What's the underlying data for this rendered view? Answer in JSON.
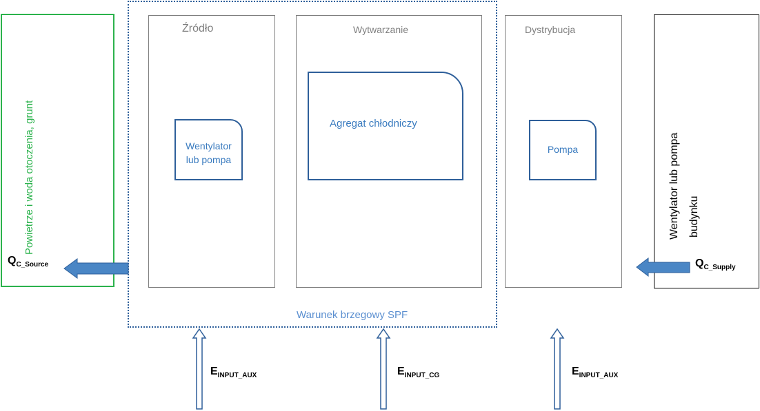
{
  "env_left": {
    "label": "Powietrze i woda otoczenia, grunt"
  },
  "env_right": {
    "label_line1": "Wentylator lub pompa",
    "label_line2": "budynku"
  },
  "boundary": {
    "label": "Warunek brzegowy SPF"
  },
  "sections": {
    "source": {
      "title": "Źródło",
      "component": {
        "line1": "Wentylator",
        "line2": "lub pompa"
      }
    },
    "generation": {
      "title": "Wytwarzanie",
      "component": {
        "label": "Agregat chłodniczy"
      }
    },
    "distribution": {
      "title": "Dystrybucja",
      "component": {
        "label": "Pompa"
      }
    }
  },
  "flows": {
    "q_source": {
      "main": "Q",
      "sub": "C_Source"
    },
    "q_supply": {
      "main": "Q",
      "sub": "C_Supply"
    },
    "e_source": {
      "main": "E",
      "sub": "INPUT_AUX"
    },
    "e_generation": {
      "main": "E",
      "sub": "INPUT_CG"
    },
    "e_distribution": {
      "main": "E",
      "sub": "INPUT_AUX"
    }
  },
  "colors": {
    "env_left_border": "#2bb24c",
    "boundary_border": "#2e5f9a",
    "component_border": "#2e5f9a",
    "section_border": "#7f7f7f",
    "arrow_fill": "#4a86c5"
  }
}
